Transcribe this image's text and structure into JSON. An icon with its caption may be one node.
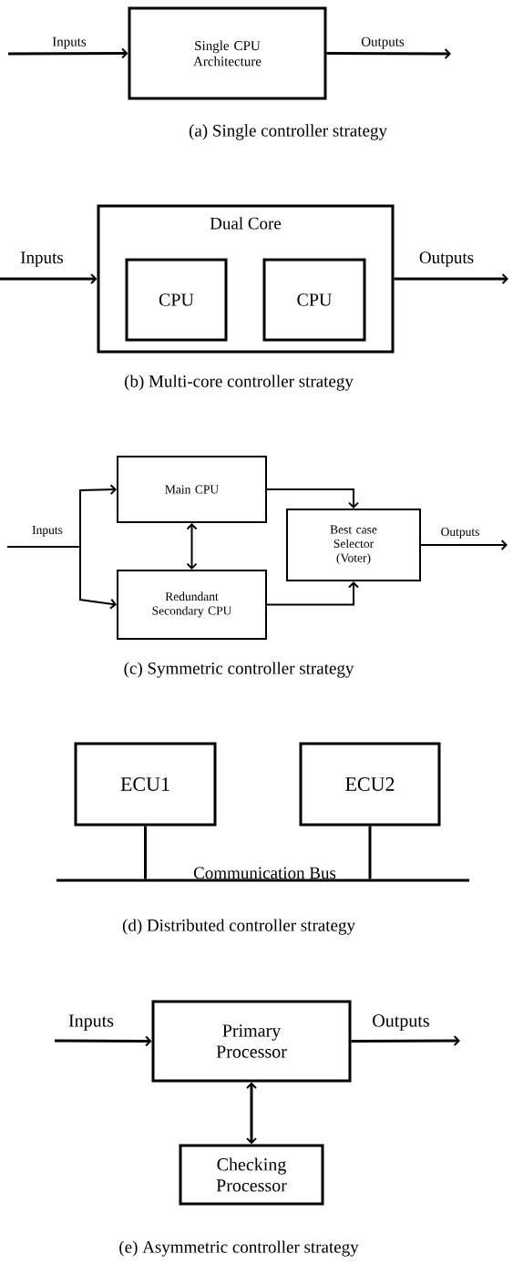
{
  "diagram": {
    "nodes": [
      {
        "text": [
          "Single CPU Architecture"
        ]
      },
      {
        "text": [
          "Dual Core"
        ]
      },
      {
        "text": [
          "CPU"
        ],
        "in": 1
      },
      {
        "text": [
          "CPU"
        ],
        "in": 1
      },
      {
        "text": [
          "Main CPU"
        ]
      },
      {
        "text": [
          "Best case Selector (Voter)"
        ]
      },
      {
        "text": [
          "Redundant Secondary CPU"
        ]
      },
      {
        "text": [
          "ECU1"
        ]
      },
      {
        "text": [
          "ECU2"
        ]
      },
      {
        "text": [
          "Communication Bus"
        ]
      },
      {
        "text": [
          "Primary Processor"
        ]
      },
      {
        "text": [
          "Checking Processor"
        ]
      }
    ],
    "edges": [
      {
        "from": null,
        "to": 0,
        "arrow": "to",
        "label": "Inputs"
      },
      {
        "from": 0,
        "to": null,
        "arrow": "to",
        "label": "Outputs"
      },
      {
        "from": null,
        "to": 1,
        "arrow": "to",
        "label": "Inputs"
      },
      {
        "from": 1,
        "to": null,
        "arrow": "to",
        "label": "Outputs"
      },
      {
        "from": null,
        "to": 4,
        "arrow": "to",
        "label": "Inputs"
      },
      {
        "from": null,
        "to": 6,
        "arrow": "to"
      },
      {
        "from": 4,
        "to": 5,
        "arrow": "to"
      },
      {
        "from": 4,
        "to": 6,
        "arrow": "both"
      },
      {
        "from": 6,
        "to": 5,
        "arrow": "to"
      },
      {
        "from": 5,
        "to": null,
        "arrow": "to",
        "label": "Outputs"
      },
      {
        "from": 7,
        "to": 9,
        "arrow": "none"
      },
      {
        "from": 8,
        "to": 9,
        "arrow": "none"
      },
      {
        "from": null,
        "to": 10,
        "arrow": "to",
        "label": "Inputs"
      },
      {
        "from": 10,
        "to": null,
        "arrow": "to",
        "label": "Outputs"
      },
      {
        "from": 10,
        "to": 11,
        "arrow": "both"
      }
    ],
    "labels": [
      "(a) Single controller strategy",
      "(b) Multi-core controller strategy",
      "(c) Symmetric controller strategy",
      "(d) Distributed controller strategy",
      "(e) Asymmetric controller strategy"
    ]
  }
}
